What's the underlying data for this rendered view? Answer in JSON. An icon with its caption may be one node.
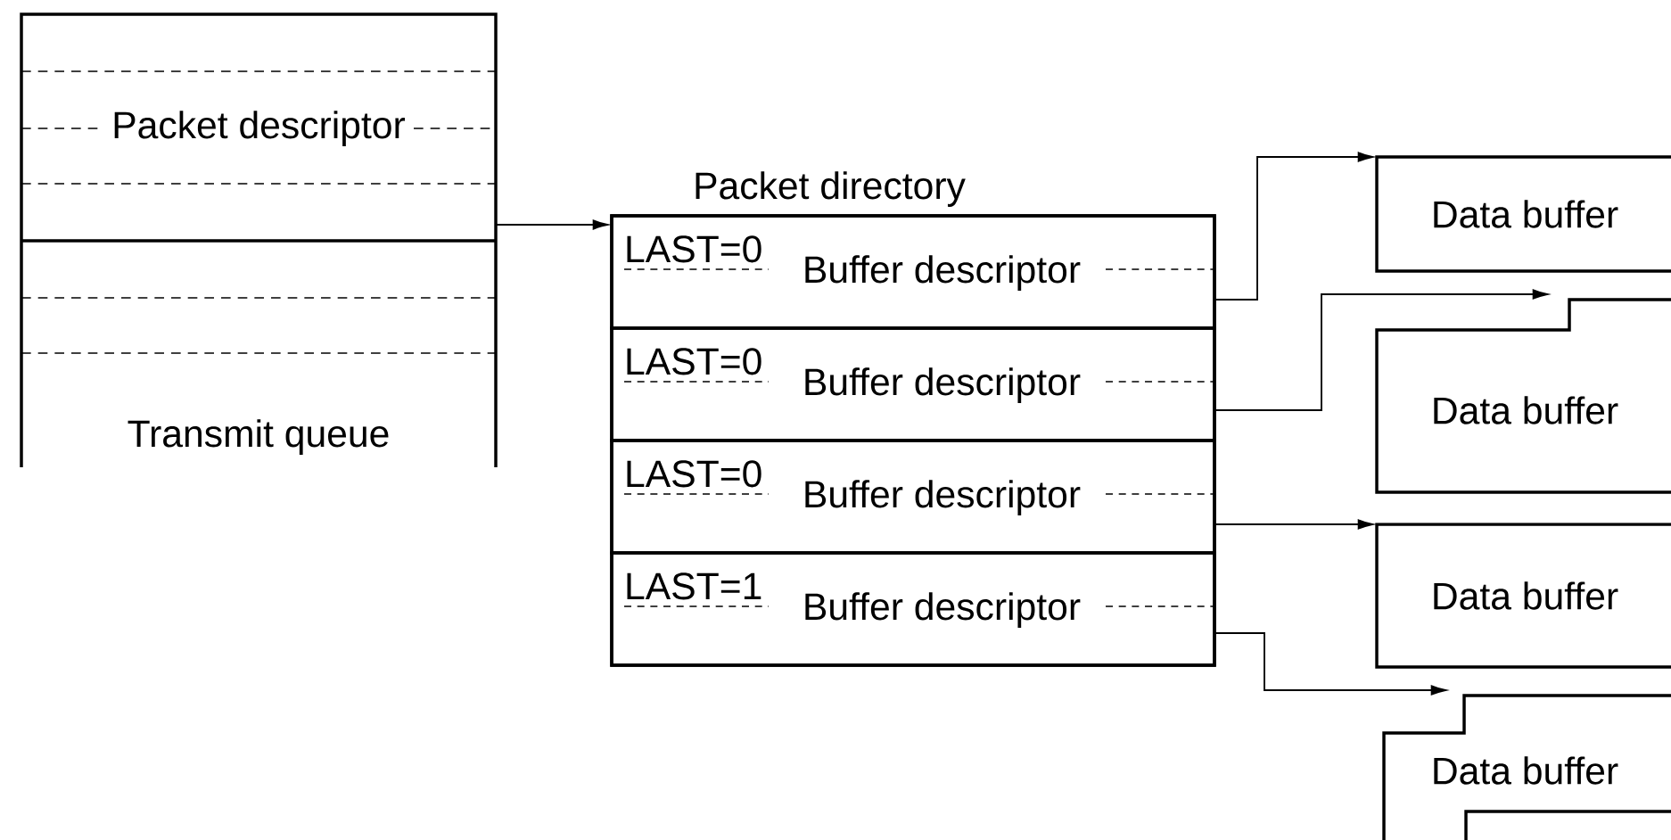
{
  "diagram": {
    "nodes": [
      {
        "text": [
          "Transmit queue"
        ]
      },
      {
        "text": [
          "Packet descriptor"
        ],
        "in": 0
      },
      {
        "text": [
          "Packet directory"
        ]
      },
      {
        "text": [
          "LAST=0",
          "Buffer descriptor"
        ],
        "in": 2
      },
      {
        "text": [
          "LAST=0",
          "Buffer descriptor"
        ],
        "in": 2
      },
      {
        "text": [
          "LAST=0",
          "Buffer descriptor"
        ],
        "in": 2
      },
      {
        "text": [
          "LAST=1",
          "Buffer descriptor"
        ],
        "in": 2
      },
      {
        "text": [
          "Data buffer"
        ]
      },
      {
        "text": [
          "Data buffer"
        ]
      },
      {
        "text": [
          "Data buffer"
        ]
      },
      {
        "text": [
          "Data buffer"
        ]
      }
    ],
    "edges": [
      {
        "from": 1,
        "to": 2,
        "arrow": "to"
      },
      {
        "from": 3,
        "to": 7,
        "arrow": "to"
      },
      {
        "from": 4,
        "to": 8,
        "arrow": "to"
      },
      {
        "from": 5,
        "to": 9,
        "arrow": "to"
      },
      {
        "from": 6,
        "to": 10,
        "arrow": "to"
      }
    ]
  }
}
